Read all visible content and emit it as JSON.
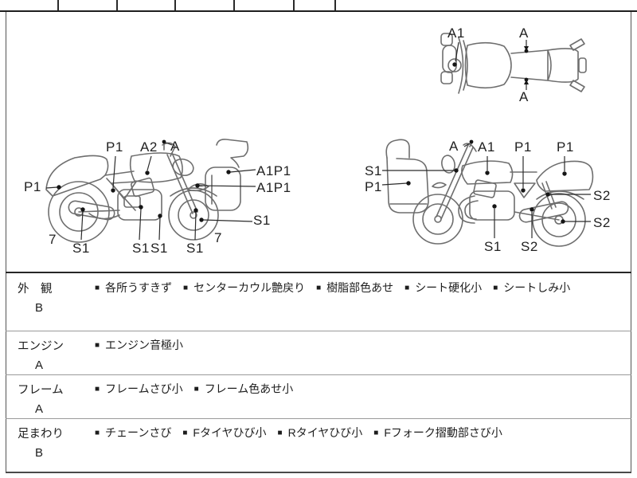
{
  "diagram": {
    "top_view": {
      "labels": [
        {
          "id": "a1",
          "text": "A1"
        },
        {
          "id": "a-top",
          "text": "A"
        },
        {
          "id": "a-bottom",
          "text": "A"
        }
      ]
    },
    "left_view": {
      "labels": [
        {
          "id": "p1-top",
          "text": "P1"
        },
        {
          "id": "a2",
          "text": "A2"
        },
        {
          "id": "a",
          "text": "A"
        },
        {
          "id": "p1-left",
          "text": "P1"
        },
        {
          "id": "a1p1-upper",
          "text": "A1P1"
        },
        {
          "id": "a1p1-lower",
          "text": "A1P1"
        },
        {
          "id": "s1-rear",
          "text": "S1"
        },
        {
          "id": "s1-mid-a",
          "text": "S1"
        },
        {
          "id": "s1-mid-b",
          "text": "S1"
        },
        {
          "id": "s1-front",
          "text": "S1"
        },
        {
          "id": "s1-right",
          "text": "S1"
        },
        {
          "id": "count-rear",
          "text": "7"
        },
        {
          "id": "count-front",
          "text": "7"
        }
      ]
    },
    "right_view": {
      "labels": [
        {
          "id": "a",
          "text": "A"
        },
        {
          "id": "a1",
          "text": "A1"
        },
        {
          "id": "p1-mid",
          "text": "P1"
        },
        {
          "id": "p1-rear",
          "text": "P1"
        },
        {
          "id": "s1-left",
          "text": "S1"
        },
        {
          "id": "p1-left",
          "text": "P1"
        },
        {
          "id": "s2-shock",
          "text": "S2"
        },
        {
          "id": "s2-wheel",
          "text": "S2"
        },
        {
          "id": "s1-bottom",
          "text": "S1"
        },
        {
          "id": "s2-bottom",
          "text": "S2"
        }
      ]
    }
  },
  "table": {
    "bullet": "■",
    "rows": [
      {
        "category": "外　観",
        "grade": "B",
        "items": [
          "各所うすきず",
          "センターカウル艶戻り",
          "樹脂部色あせ",
          "シート硬化小",
          "シートしみ小"
        ]
      },
      {
        "category": "エンジン",
        "grade": "A",
        "items": [
          "エンジン音極小"
        ]
      },
      {
        "category": "フレーム",
        "grade": "A",
        "items": [
          "フレームさび小",
          "フレーム色あせ小"
        ]
      },
      {
        "category": "足まわり",
        "grade": "B",
        "items": [
          "チェーンさび",
          "Fタイヤひび小",
          "Rタイヤひび小",
          "Fフォーク摺動部さび小"
        ]
      }
    ]
  }
}
